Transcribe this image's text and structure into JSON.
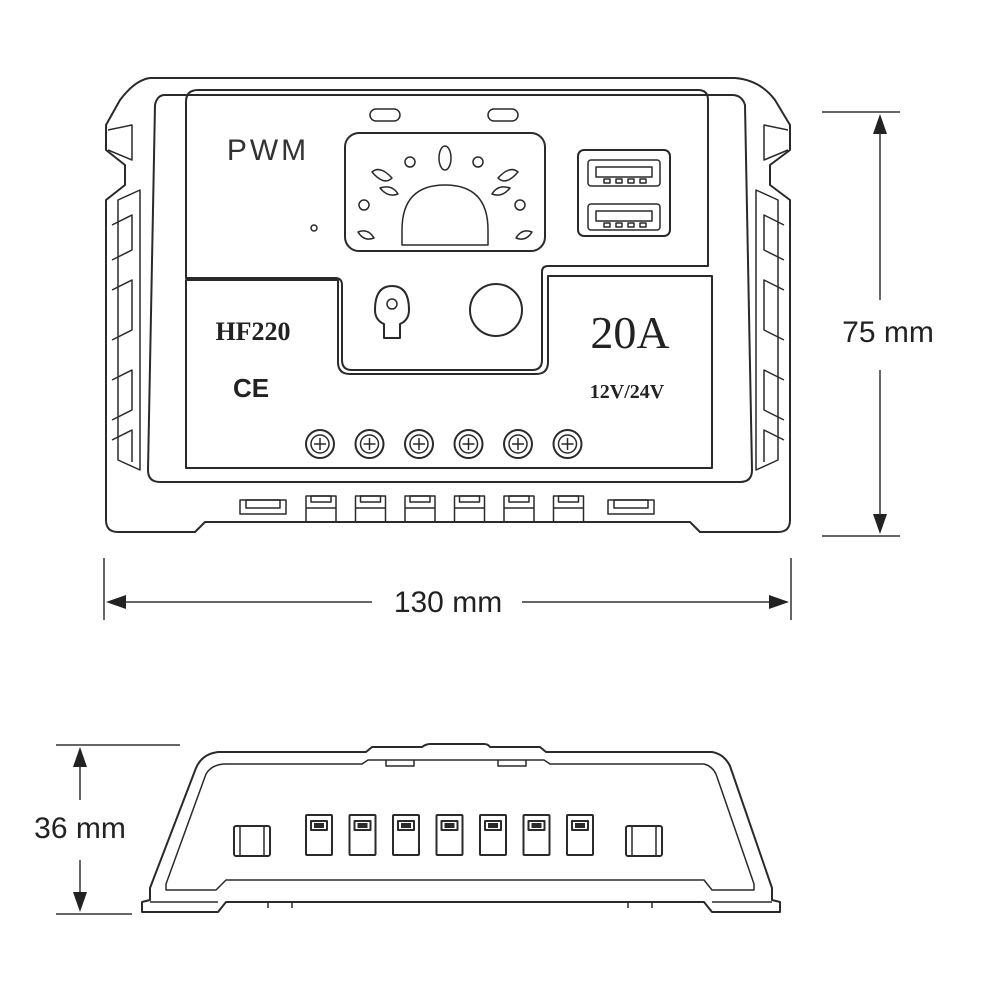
{
  "top_view": {
    "label_pwm": "PWM",
    "model": "HF220",
    "ce_mark": "CE",
    "current_rating": "20A",
    "voltage_rating": "12V/24V",
    "usb_ports": 2,
    "terminal_screws": 6
  },
  "dimensions": {
    "width": "130 mm",
    "height": "75 mm",
    "depth": "36 mm"
  },
  "side_view": {
    "terminal_ports": 7
  },
  "colors": {
    "line": "#2a2a2a",
    "background": "#ffffff"
  }
}
